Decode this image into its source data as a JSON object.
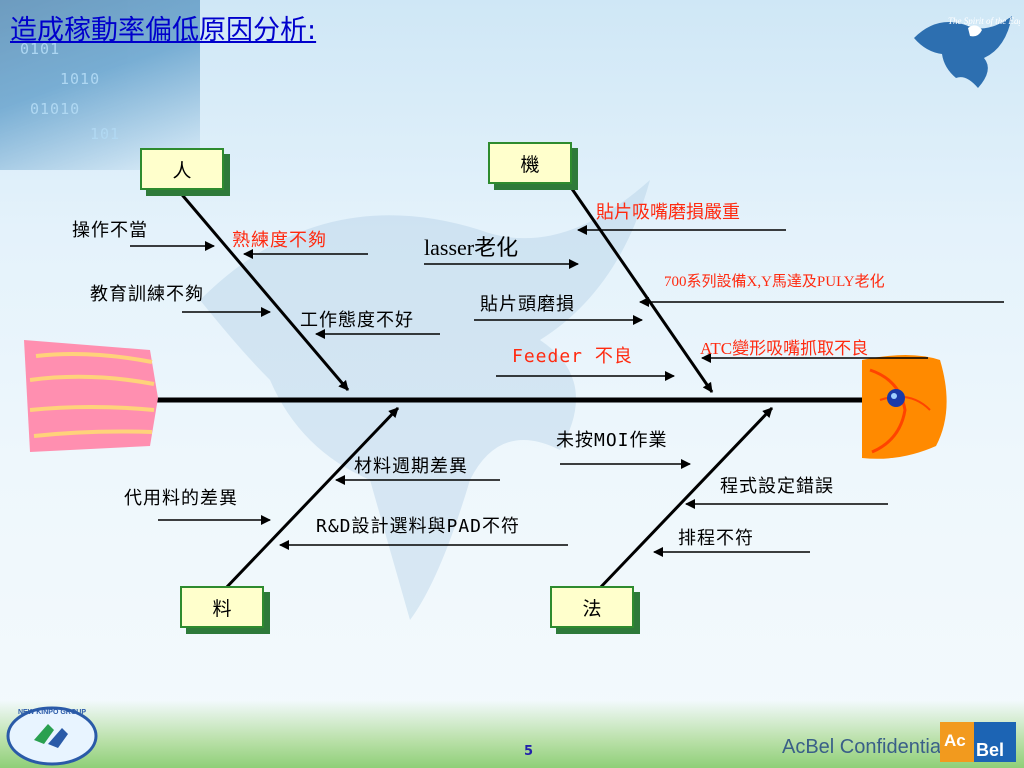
{
  "title": "造成稼動率偏低原因分析:",
  "categories": {
    "people": "人",
    "machine": "機",
    "material": "料",
    "method": "法"
  },
  "causes": {
    "people": {
      "improper_operation": "操作不當",
      "not_skilled": "熟練度不夠",
      "insufficient_training": "教育訓練不夠",
      "work_attitude": "工作態度不好"
    },
    "machine": {
      "nozzle_wear": "貼片吸嘴磨損嚴重",
      "laser_aging": "lasser老化",
      "equipment_aging": "700系列設備X,Y馬達及PULY老化",
      "head_wear": "貼片頭磨損",
      "atc_deform": "ATC變形吸嘴抓取不良",
      "feeder_bad": "Feeder 不良"
    },
    "material": {
      "batch_diff": "材料週期差異",
      "substitute_diff": "代用料的差異",
      "rd_mismatch": "R&D設計選料與PAD不符"
    },
    "method": {
      "moi_not_followed": "未按MOI作業",
      "program_error": "程式設定錯誤",
      "schedule_mismatch": "排程不符"
    }
  },
  "footer": {
    "page_number": "5",
    "confidential": "AcBel Confidential",
    "brand_ac": "Ac",
    "brand_bel": "Bel",
    "eagle_slogan": "The Spirit of the Eagle",
    "newkinpo": "NEW KINPO GROUP"
  },
  "colors": {
    "title": "#0000cc",
    "highlight_red": "#ff2a10",
    "box_fill": "#ffffcc",
    "box_border": "#2e8b2e"
  }
}
